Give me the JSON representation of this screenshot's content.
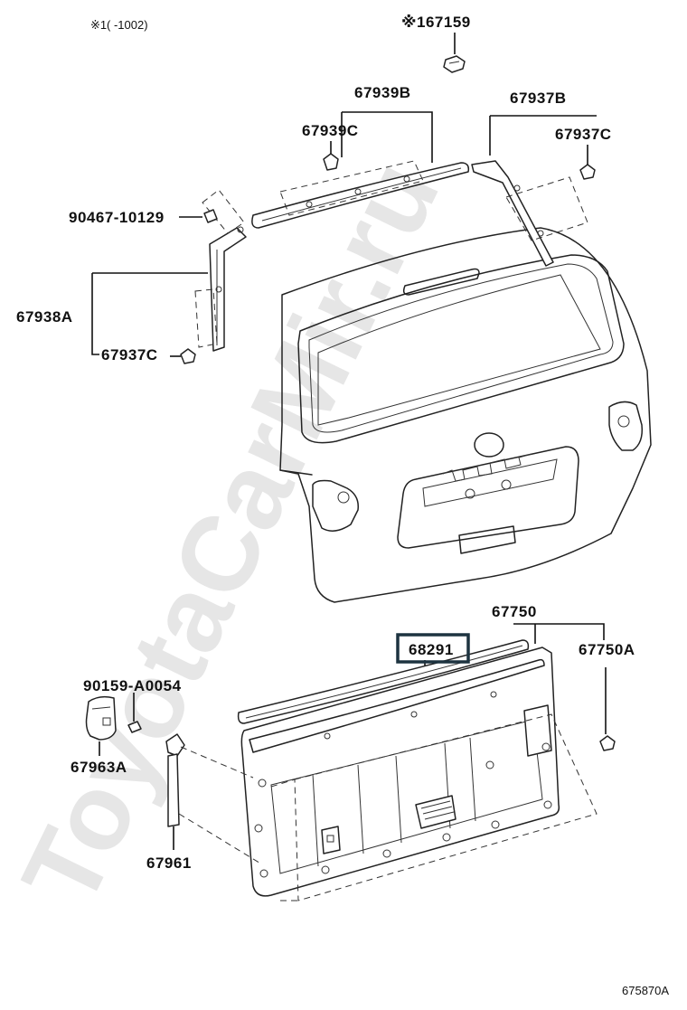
{
  "note": {
    "marker": "※1",
    "range": "(      -1002)"
  },
  "watermark": "ToyotaCarMir.ru",
  "labels": {
    "p67159": "※167159",
    "p67939B": "67939B",
    "p67939C": "67939C",
    "p67937B": "67937B",
    "p67937C_top": "67937C",
    "p90467": "90467-10129",
    "p67938A": "67938A",
    "p67937C_left": "67937C",
    "p67750": "67750",
    "p68291": "68291",
    "p67750A": "67750A",
    "p90159": "90159-A0054",
    "p67963A": "67963A",
    "p67961": "67961"
  },
  "figure_code": "675870A",
  "colors": {
    "line": "#111111",
    "highlight": "#1d3340",
    "watermark": "#e6e6e6"
  }
}
